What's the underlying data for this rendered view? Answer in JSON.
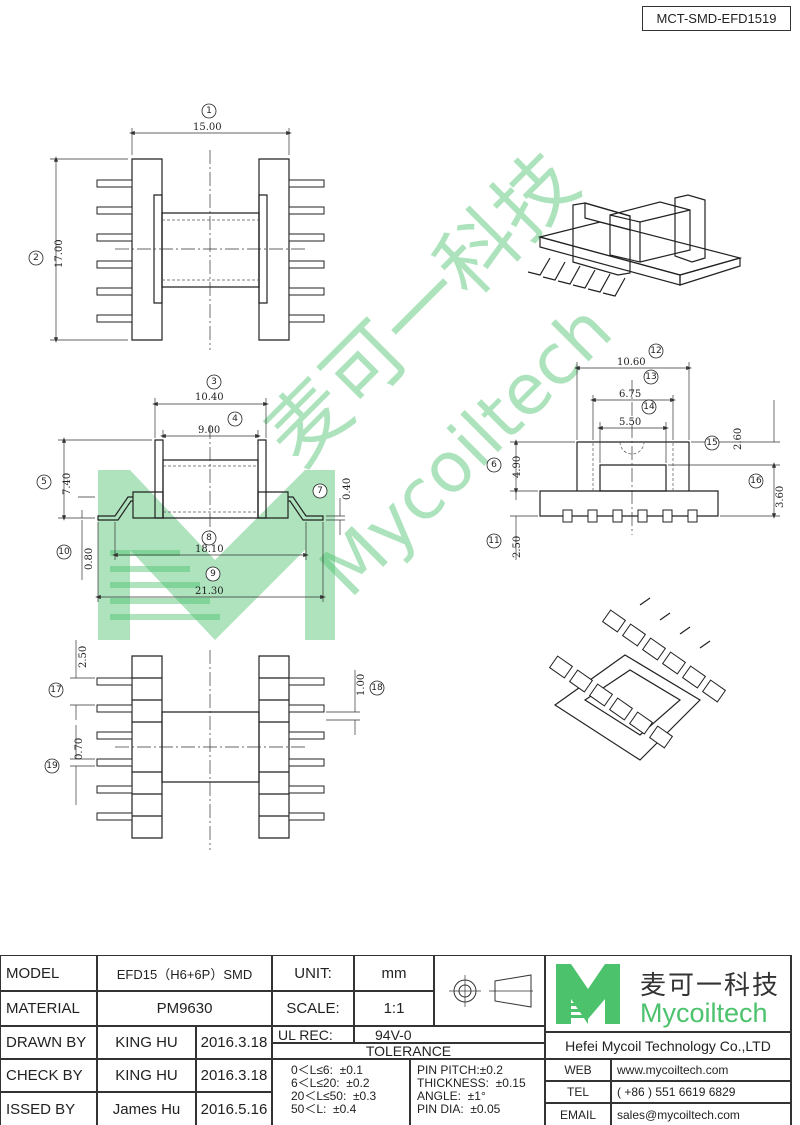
{
  "part_number": "MCT-SMD-EFD1519",
  "watermark": {
    "cn": "麦可一科技",
    "en": "Mycoiltech"
  },
  "dimensions": {
    "d15": "15.00",
    "d17": "17.00",
    "d10_40": "10.40",
    "d9_00": "9.00",
    "d7_40": "7.40",
    "d0_40": "0.40",
    "d0_80": "0.80",
    "d18_10": "18.10",
    "d21_30": "21.30",
    "d10_60": "10.60",
    "d6_75": "6.75",
    "d5_50": "5.50",
    "d2_60": "2.60",
    "d3_60": "3.60",
    "d4_90": "4.90",
    "d2_50": "2.50",
    "d2_50b": "2.50",
    "d1_00": "1.00",
    "d0_70": "0.70"
  },
  "callouts": [
    "1",
    "2",
    "3",
    "4",
    "5",
    "6",
    "7",
    "8",
    "9",
    "10",
    "11",
    "12",
    "13",
    "14",
    "15",
    "16",
    "17",
    "18",
    "19"
  ],
  "title_block": {
    "model_label": "MODEL",
    "model_value": "EFD15（H6+6P）SMD",
    "unit_label": "UNIT:",
    "unit_value": "mm",
    "material_label": "MATERIAL",
    "material_value": "PM9630",
    "scale_label": "SCALE:",
    "scale_value": "1:1",
    "drawn_label": "DRAWN BY",
    "drawn_name": "KING HU",
    "drawn_date": "2016.3.18",
    "ul_label": "UL REC:",
    "ul_value": "94V-0",
    "tolerance_label": "TOLERANCE",
    "check_label": "CHECK BY",
    "check_name": "KING HU",
    "check_date": "2016.3.18",
    "issued_label": "ISSED BY",
    "issued_name": "James Hu",
    "issued_date": "2016.5.16",
    "tol_1": "0＜L≤6:  ±0.1",
    "tol_2": "6＜L≤20:  ±0.2",
    "tol_3": "20＜L≤50:  ±0.3",
    "tol_4": "50＜L:  ±0.4",
    "pin_pitch": "PIN PITCH:±0.2",
    "thickness": "THICKNESS:  ±0.15",
    "angle": "ANGLE:  ±1°",
    "pin_dia": "PIN DIA:  ±0.05",
    "company_cn": "麦可一科技",
    "company_en": "Mycoiltech",
    "company_name": "Hefei Mycoil Technology Co.,LTD",
    "web_label": "WEB",
    "web_value": "www.mycoiltech.com",
    "tel_label": "TEL",
    "tel_value": "( +86 ) 551 6619 6829",
    "email_label": "EMAIL",
    "email_value": "sales@mycoiltech.com"
  },
  "colors": {
    "brand_green": "#4cc26d",
    "line": "#222222"
  }
}
